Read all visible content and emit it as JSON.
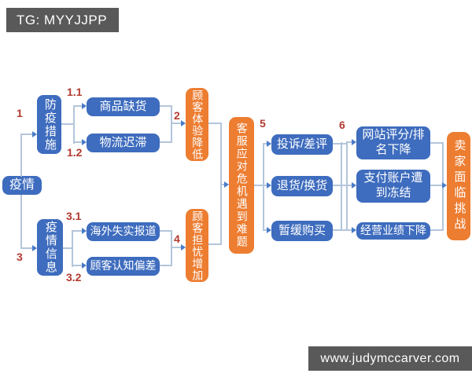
{
  "watermarks": {
    "top": "TG: MYYJJPP",
    "bottom": "www.judymccarver.com"
  },
  "colors": {
    "node_blue": "#3e6cbe",
    "node_orange": "#ed7d31",
    "connector_line": "#b3c5db",
    "arrowhead": "#4a7bc8",
    "number_label": "#b23a31",
    "watermark_bg": "#595959",
    "watermark_text": "#ffffff"
  },
  "flow": {
    "root": {
      "label": "疫情"
    },
    "branch_measures": {
      "number": "1",
      "label": "防疫措施",
      "children": [
        {
          "number": "1.1",
          "label": "商品缺货"
        },
        {
          "number": "1.2",
          "label": "物流迟滞"
        }
      ],
      "effect": {
        "number": "2",
        "label": "顾客体验降低"
      }
    },
    "branch_info": {
      "number": "3",
      "label": "疫情信息",
      "children": [
        {
          "number": "3.1",
          "label": "海外失实报道"
        },
        {
          "number": "3.2",
          "label": "顾客认知偏差"
        }
      ],
      "effect": {
        "number": "4",
        "label": "顾客担忧增加"
      }
    },
    "crisis": {
      "number": "5",
      "label": "客服应对危机遇到难题"
    },
    "customer_actions": [
      "投诉/差评",
      "退货/换货",
      "暂缓购买"
    ],
    "consequences": {
      "number": "6",
      "items": [
        "网站评分/排名下降",
        "支付账户遭到冻结",
        "经营业绩下降"
      ]
    },
    "outcome": {
      "label": "卖家面临挑战"
    }
  }
}
